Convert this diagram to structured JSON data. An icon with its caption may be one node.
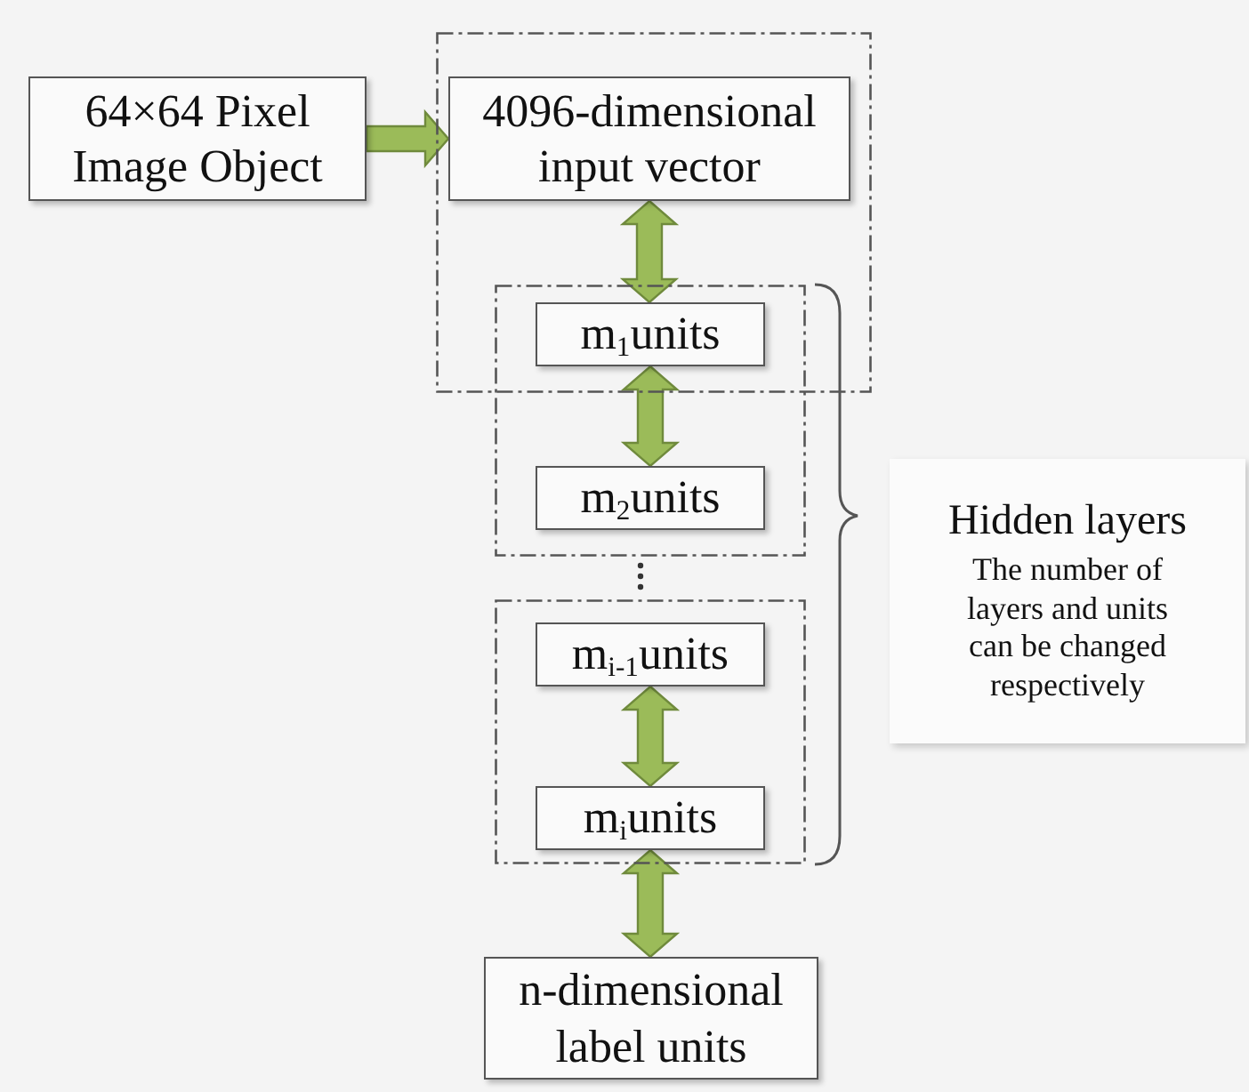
{
  "diagram": {
    "nodes": [
      {
        "text": [
          "64×64 Pixel Image Object"
        ]
      },
      {
        "text": [],
        "shape": "box"
      },
      {
        "text": [
          "4096-dimensional input vector"
        ],
        "in": 1
      },
      {
        "text": [],
        "shape": "box"
      },
      {
        "text": [
          "m$_{1}$units"
        ]
      },
      {
        "text": [
          "m$_{2}$units"
        ],
        "in": 3
      },
      {
        "text": [],
        "shape": "box"
      },
      {
        "text": [
          "m$_{i-1}$units"
        ],
        "in": 6
      },
      {
        "text": [
          "m$_{i}$units"
        ],
        "in": 6
      },
      {
        "text": [
          "n-dimensional label units"
        ]
      },
      {
        "text": [
          "Hidden layers",
          "The number of layers and units can be changed respectively"
        ]
      }
    ],
    "edges": [
      {
        "from": 0,
        "to": 2,
        "arrow": "to"
      },
      {
        "from": 2,
        "to": 4,
        "arrow": "both"
      },
      {
        "from": 4,
        "to": 5,
        "arrow": "both"
      },
      {
        "from": 7,
        "to": 8,
        "arrow": "both"
      },
      {
        "from": 8,
        "to": 9,
        "arrow": "both"
      }
    ]
  }
}
